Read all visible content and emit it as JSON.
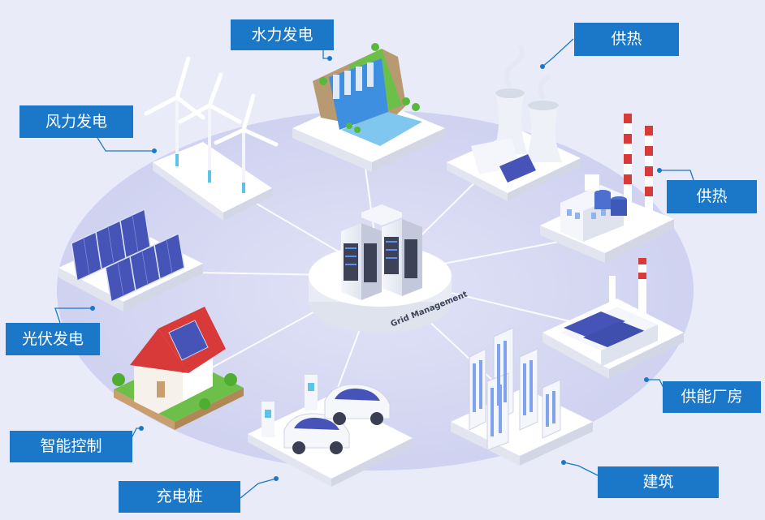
{
  "hub": {
    "label": "Grid Management"
  },
  "nodes": {
    "hydro": "水力发电",
    "heat_top": "供热",
    "wind": "风力发电",
    "heat_right": "供热",
    "solar": "光伏发电",
    "factory": "供能厂房",
    "smart": "智能控制",
    "building": "建筑",
    "charging": "充电桩"
  },
  "colors": {
    "label_bg": "#1b78c8",
    "ellipse": "#d6d8f2",
    "background": "#e9ecf8",
    "roof_red": "#d83a3a",
    "panel_blue": "#4654b8"
  }
}
